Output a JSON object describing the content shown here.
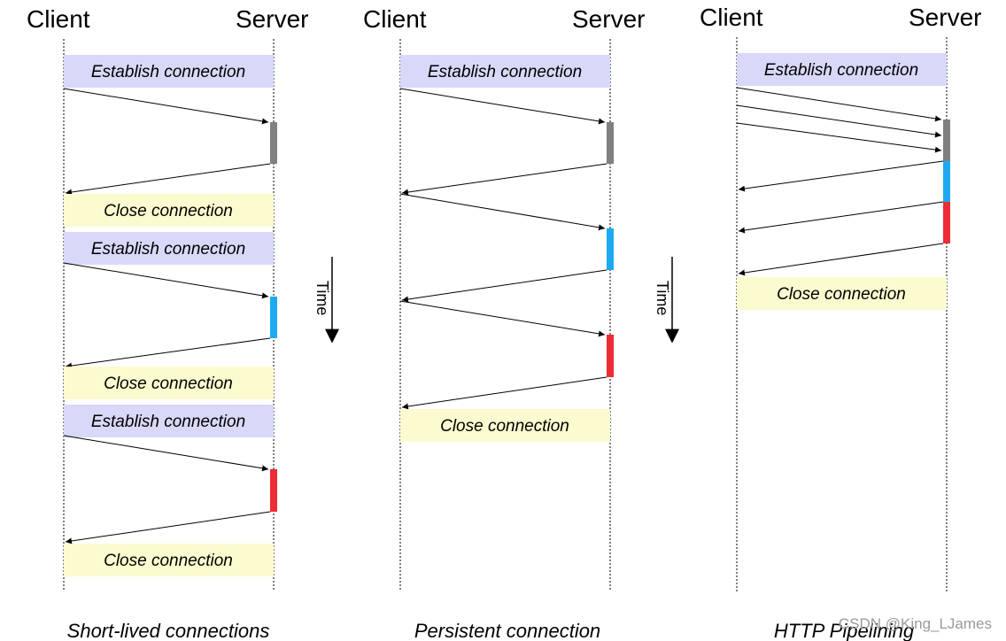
{
  "diagrams": [
    {
      "client_label": "Client",
      "server_label": "Server",
      "caption": "Short-lived connections",
      "bands": [
        {
          "kind": "establish",
          "label": "Establish connection"
        },
        {
          "kind": "close",
          "label": "Close connection"
        },
        {
          "kind": "establish",
          "label": "Establish connection"
        },
        {
          "kind": "close",
          "label": "Close connection"
        },
        {
          "kind": "establish",
          "label": "Establish connection"
        },
        {
          "kind": "close",
          "label": "Close connection"
        }
      ],
      "server_blocks": [
        "gray",
        "blue",
        "red"
      ]
    },
    {
      "client_label": "Client",
      "server_label": "Server",
      "caption": "Persistent connection",
      "bands": [
        {
          "kind": "establish",
          "label": "Establish connection"
        },
        {
          "kind": "close",
          "label": "Close connection"
        }
      ],
      "server_blocks": [
        "gray",
        "blue",
        "red"
      ]
    },
    {
      "client_label": "Client",
      "server_label": "Server",
      "caption": "HTTP Pipelining",
      "bands": [
        {
          "kind": "establish",
          "label": "Establish connection"
        },
        {
          "kind": "close",
          "label": "Close connection"
        }
      ],
      "server_blocks": [
        "gray",
        "blue",
        "red"
      ]
    }
  ],
  "time_label": "Time",
  "watermark": "CSDN @King_LJames",
  "colors": {
    "establish": "#d8d8f8",
    "close": "#fbfbcf",
    "gray": "#808080",
    "blue": "#1eaaf1",
    "red": "#ef2b36"
  }
}
